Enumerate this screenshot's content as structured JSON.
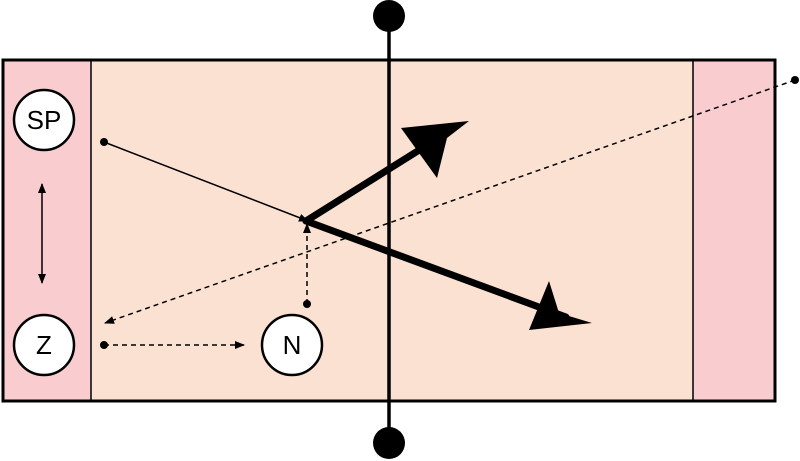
{
  "colors": {
    "field": "#fbe1d2",
    "end_zones": "#f9ccd0",
    "stroke": "#000000",
    "node_fill": "#ffffff"
  },
  "nodes": {
    "sp": {
      "label": "SP"
    },
    "z": {
      "label": "Z"
    },
    "n": {
      "label": "N"
    }
  }
}
